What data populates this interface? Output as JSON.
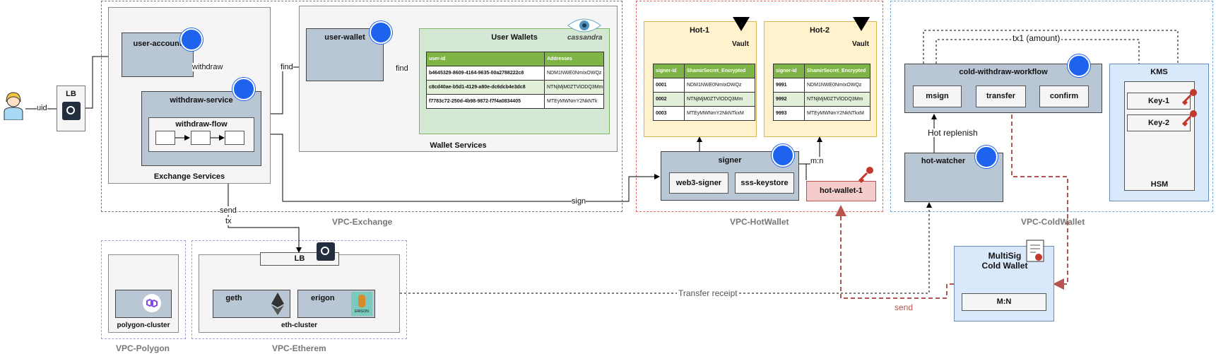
{
  "user": {
    "edge_uid": "uid"
  },
  "lb_left": {
    "label": "LB"
  },
  "exchange": {
    "vpc_label": "VPC-Exchange",
    "services_label": "Exchange Services",
    "user_account": "user-account",
    "edge_withdraw": "withdraw",
    "withdraw_service": "withdraw-service",
    "withdraw_flow": "withdraw-flow",
    "edge_find1": "find",
    "edge_find2": "find",
    "edge_send": "send",
    "edge_tx": "tx",
    "edge_sign": "sign",
    "user_wallet": "user-wallet",
    "wallet_services_label": "Wallet Services",
    "user_wallets_title": "User Wallets",
    "cassandra": "cassandra",
    "wallets_table": {
      "headers": [
        "user-id",
        "Addresses"
      ],
      "rows": [
        [
          "b4645329-8609-4164-9635-00a2788222c8",
          "NDM1NWE0NmIxOWQz"
        ],
        [
          "c8cd40ae-b5d1-4129-a80e-dc6dcb4e3dc8",
          "NTNjMjM0ZTVlODQ3Mm"
        ],
        [
          "f7783c72-250d-4b98-9872-f7f4a0834405",
          "MTEyMWNmY2NkNTk"
        ]
      ]
    }
  },
  "hotwallet": {
    "vpc_label": "VPC-HotWallet",
    "hot1": {
      "title": "Hot-1",
      "vault": "Vault",
      "headers": [
        "signer-id",
        "ShamirSecret_Encrypted"
      ],
      "rows": [
        [
          "0001",
          "NDM1NWE0NmIxOWQz"
        ],
        [
          "0002",
          "NTNjMjM0ZTVlODQ3Mm"
        ],
        [
          "0003",
          "MTEyMWNmY2NkNTkxM"
        ]
      ]
    },
    "hot2": {
      "title": "Hot-2",
      "vault": "Vault",
      "headers": [
        "signer-id",
        "ShamirSecret_Encrypted"
      ],
      "rows": [
        [
          "9991",
          "NDM1NWE0NmIxOWQz"
        ],
        [
          "9992",
          "NTNjMjM0ZTVlODQ3Mm"
        ],
        [
          "9993",
          "MTEyMWNmY2NkNTkxM"
        ]
      ]
    },
    "signer": "signer",
    "web3_signer": "web3-signer",
    "sss_keystore": "sss-keystore",
    "edge_mn": "m:n",
    "hot_wallet_1": "hot-wallet-1"
  },
  "coldwallet": {
    "vpc_label": "VPC-ColdWallet",
    "workflow": "cold-withdraw-workflow",
    "msign": "msign",
    "transfer": "transfer",
    "confirm": "confirm",
    "edge_tx1": "tx1 (amount)",
    "edge_hot_replenish": "Hot replenish",
    "hot_watcher": "hot-watcher",
    "kms": "KMS",
    "key1": "Key-1",
    "key2": "Key-2",
    "hsm": "HSM",
    "multisig_line1": "MultiSig",
    "multisig_line2": "Cold Wallet",
    "mn": "M:N",
    "edge_send": "send"
  },
  "polygon": {
    "vpc_label": "VPC-Polygon",
    "cluster": "polygon-cluster"
  },
  "etherem": {
    "vpc_label": "VPC-Etherem",
    "lb": "LB",
    "geth": "geth",
    "erigon": "erigon",
    "erigon_logo_text": "ERIGON",
    "cluster": "eth-cluster",
    "edge_transfer_receipt": "Transfer receipt"
  },
  "colors": {
    "docker": "#1d63ed",
    "table_header": "#7fb446",
    "svc": "#b9c6d3",
    "hot_wallet": "#f4cccc",
    "vault_bg": "#fff2cc",
    "green_bg": "#d5e8d4",
    "cold_bg": "#dae8fc",
    "send_red": "#b85450"
  }
}
